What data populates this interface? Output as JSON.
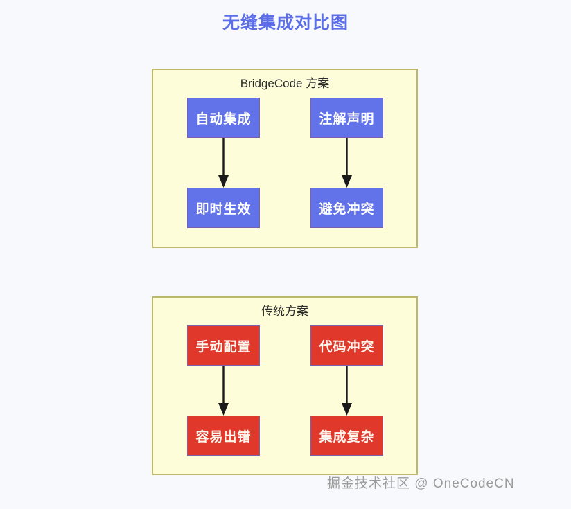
{
  "title": "无缝集成对比图",
  "colors": {
    "background": "#f7f9fc",
    "title": "#5b6ee8",
    "cluster_fill": "#fdfdda",
    "cluster_border": "#bdb76b",
    "node_blue_fill": "#6272e8",
    "node_blue_text": "#ffffff",
    "node_red_fill": "#e0392c",
    "node_red_text": "#fdf6ee",
    "node_border": "#7b5fb0",
    "arrow": "#1a1a1a",
    "watermark": "#9b9b9b"
  },
  "clusters": [
    {
      "id": "bridgecode",
      "label": "BridgeCode 方案",
      "style": "blue",
      "nodes": [
        {
          "id": "auto-integration",
          "label": "自动集成",
          "column": "left",
          "row": "top"
        },
        {
          "id": "annotation-declaration",
          "label": "注解声明",
          "column": "right",
          "row": "top"
        },
        {
          "id": "instant-effect",
          "label": "即时生效",
          "column": "left",
          "row": "bottom"
        },
        {
          "id": "avoid-conflict",
          "label": "避免冲突",
          "column": "right",
          "row": "bottom"
        }
      ],
      "edges": [
        {
          "from": "自动集成",
          "to": "即时生效"
        },
        {
          "from": "注解声明",
          "to": "避免冲突"
        }
      ]
    },
    {
      "id": "traditional",
      "label": "传统方案",
      "style": "red",
      "nodes": [
        {
          "id": "manual-config",
          "label": "手动配置",
          "column": "left",
          "row": "top"
        },
        {
          "id": "code-conflict",
          "label": "代码冲突",
          "column": "right",
          "row": "top"
        },
        {
          "id": "error-prone",
          "label": "容易出错",
          "column": "left",
          "row": "bottom"
        },
        {
          "id": "complex-integration",
          "label": "集成复杂",
          "column": "right",
          "row": "bottom"
        }
      ],
      "edges": [
        {
          "from": "手动配置",
          "to": "容易出错"
        },
        {
          "from": "代码冲突",
          "to": "集成复杂"
        }
      ]
    }
  ],
  "watermark": "掘金技术社区 @ OneCodeCN"
}
